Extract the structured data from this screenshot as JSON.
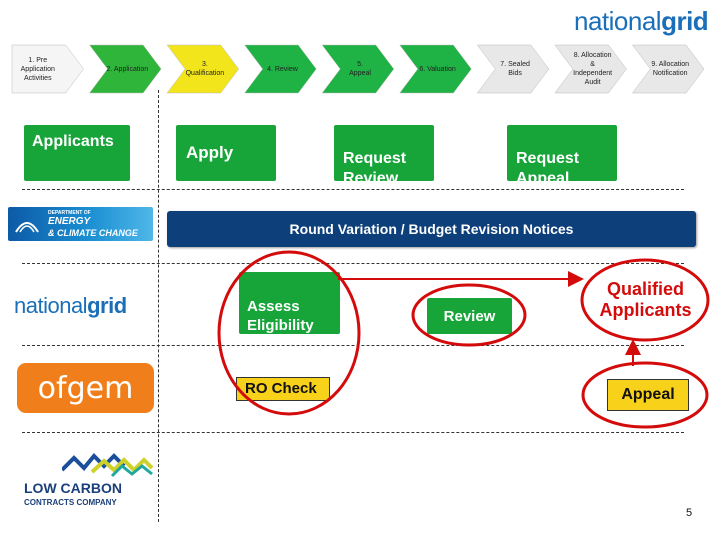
{
  "brand": {
    "logo": "nationalgrid"
  },
  "stages": [
    {
      "label": "1. Pre\nApplication\nActivities",
      "color": "#f5f5f5"
    },
    {
      "label": "2. Application",
      "color": "#2fb53a"
    },
    {
      "label": "3.\nQualification",
      "color": "#f3e51b"
    },
    {
      "label": "4. Review",
      "color": "#1fb244"
    },
    {
      "label": "5.\nAppeal",
      "color": "#1fb244"
    },
    {
      "label": "6. Valuation",
      "color": "#1fb244"
    },
    {
      "label": "7. Sealed\nBids",
      "color": "#e8e8e8"
    },
    {
      "label": "8. Allocation\n&\nIndependent\nAudit",
      "color": "#e8e8e8"
    },
    {
      "label": "9. Allocation\nNotification",
      "color": "#e8e8e8"
    }
  ],
  "top_boxes": {
    "applicants": "Applicants",
    "apply": "Apply",
    "request_review": "Request\nReview",
    "request_appeal": "Request\nAppeal"
  },
  "decc": {
    "line1": "DEPARTMENT OF",
    "line2": "ENERGY",
    "line3": "& CLIMATE CHANGE"
  },
  "banner": "Round Variation / Budget Revision Notices",
  "nationalgrid_row": {
    "assess": "Assess\nEligibility",
    "review": "Review",
    "qualified": "Qualified\nApplicants"
  },
  "ofgem_row": {
    "logo": "ofgem",
    "ro_check": "RO Check",
    "appeal": "Appeal"
  },
  "lccc": {
    "line1": "LOW CARBON",
    "line2": "CONTRACTS COMPANY"
  },
  "page_number": "5",
  "colors": {
    "green": "#17a53a",
    "navy": "#0d3f7a",
    "yellow": "#f7d11a",
    "red": "#d40b0b",
    "ofgem_orange": "#f07f1b"
  }
}
